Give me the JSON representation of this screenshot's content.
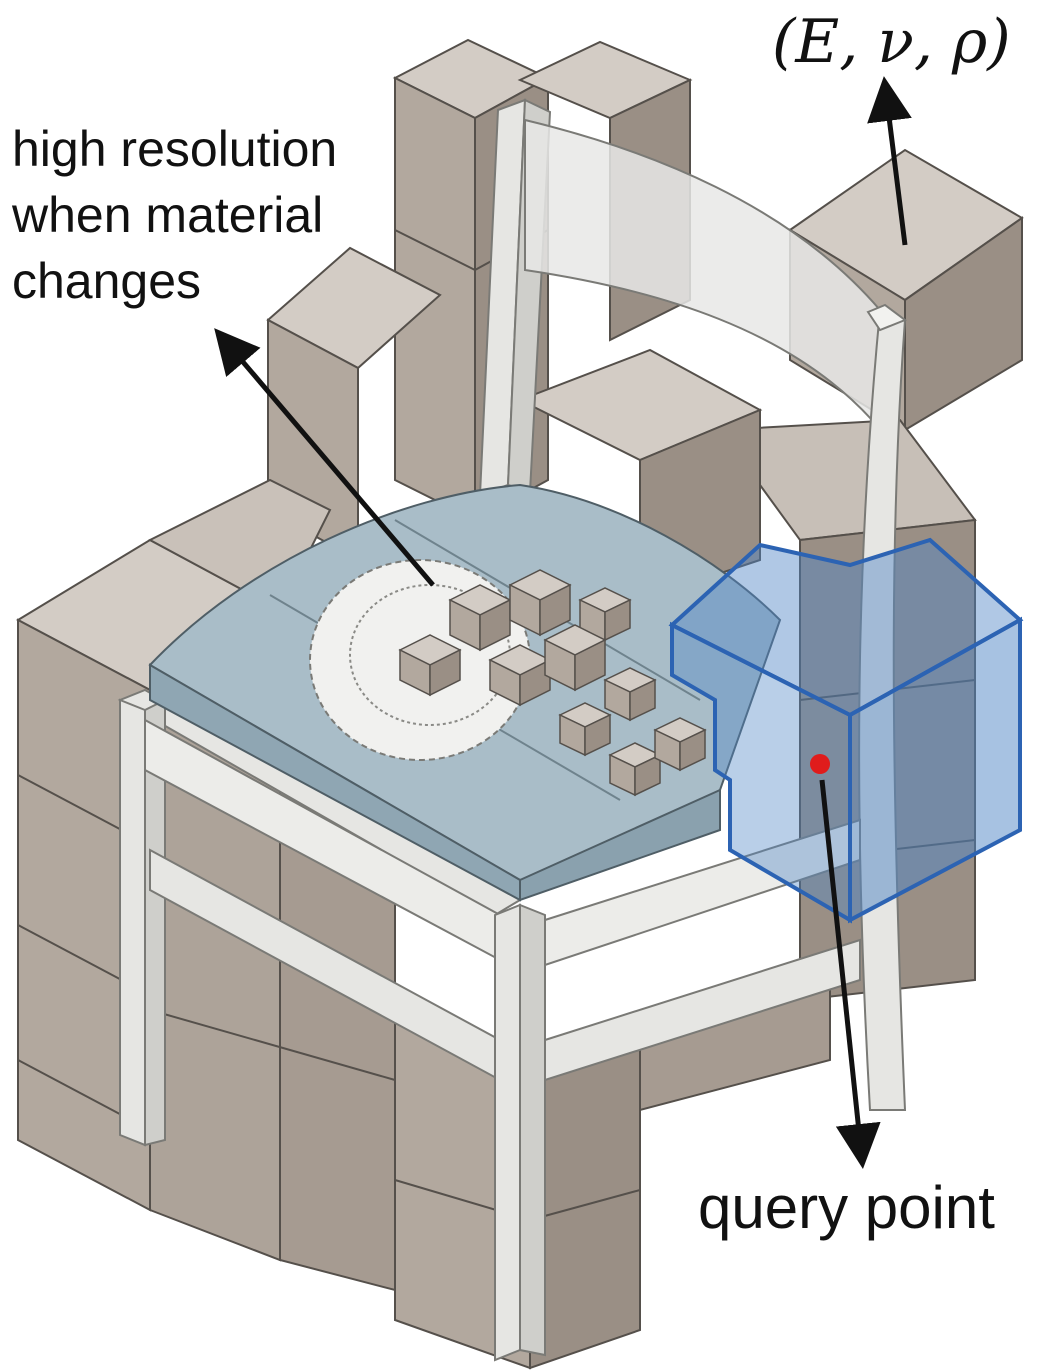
{
  "labels": {
    "high_resolution": "high resolution\nwhen material\nchanges",
    "material_params": "(E, ν, ρ)",
    "query_point": "query point"
  },
  "colors": {
    "block_top": "#d3ccc5",
    "block_left": "#b2a89e",
    "block_right": "#9a8f85",
    "block_edge": "#55504b",
    "chair_frame": "#e6e6e3",
    "chair_edge": "#7a7a76",
    "cushion_top": "#a9bdc8",
    "cushion_side": "#8fa6b3",
    "doily": "#f1f1ef",
    "query_cell": "#4f86c6",
    "query_edge": "#2c63b3",
    "query_dot": "#e01c1c",
    "arrow": "#111111"
  },
  "icons": {
    "arrow": "arrow-icon",
    "query_dot": "query-point-dot-icon"
  }
}
